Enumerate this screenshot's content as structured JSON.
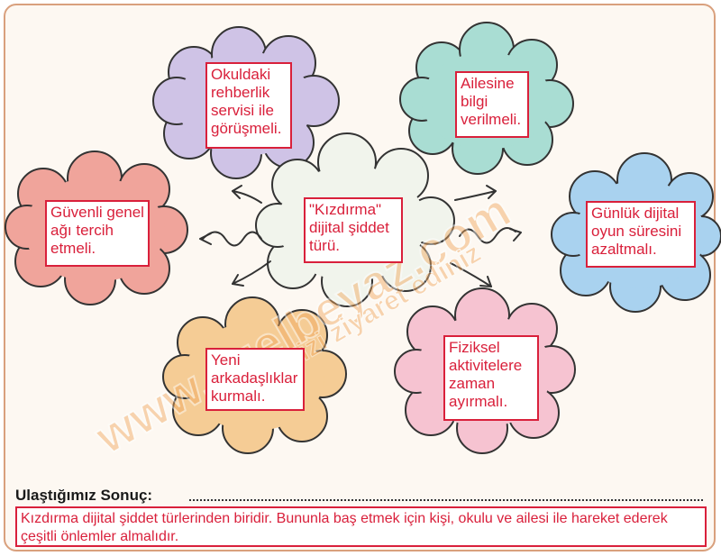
{
  "diagram": {
    "center": "\"Kızdırma\" dijital şiddet türü.",
    "top_left": "Okuldaki rehberlik servisi ile görüşmeli.",
    "top_right": "Ailesine bilgi verilmeli.",
    "left": "Güvenli genel ağı tercih etmeli.",
    "right": "Günlük dijital oyun süresini azaltmalı.",
    "bottom_left": "Yeni arkadaşlıklar kurmalı.",
    "bottom_right": "Fiziksel aktivitelere zaman ayırmalı."
  },
  "conclusion": {
    "label": "Ulaştığımız Sonuç:",
    "text": "Kızdırma dijital şiddet türlerinden biridir. Bununla baş etmek için kişi, okulu ve ailesi ile hareket ederek çeşitli önlemler almalıdır."
  },
  "watermark": "www.ozelbeyaz.com",
  "watermark_sub": "sitemizi ziyaret ediniz",
  "colors": {
    "accent_red": "#d9203b",
    "frame_border": "#d9a07d",
    "cloud_purple": "#cfc3e6",
    "cloud_teal": "#a9ddd3",
    "cloud_red": "#f0a49b",
    "cloud_blue": "#a9d2ef",
    "cloud_orange": "#f5cc95",
    "cloud_pink": "#f6c3d1",
    "cloud_center": "#f1f4ec"
  }
}
